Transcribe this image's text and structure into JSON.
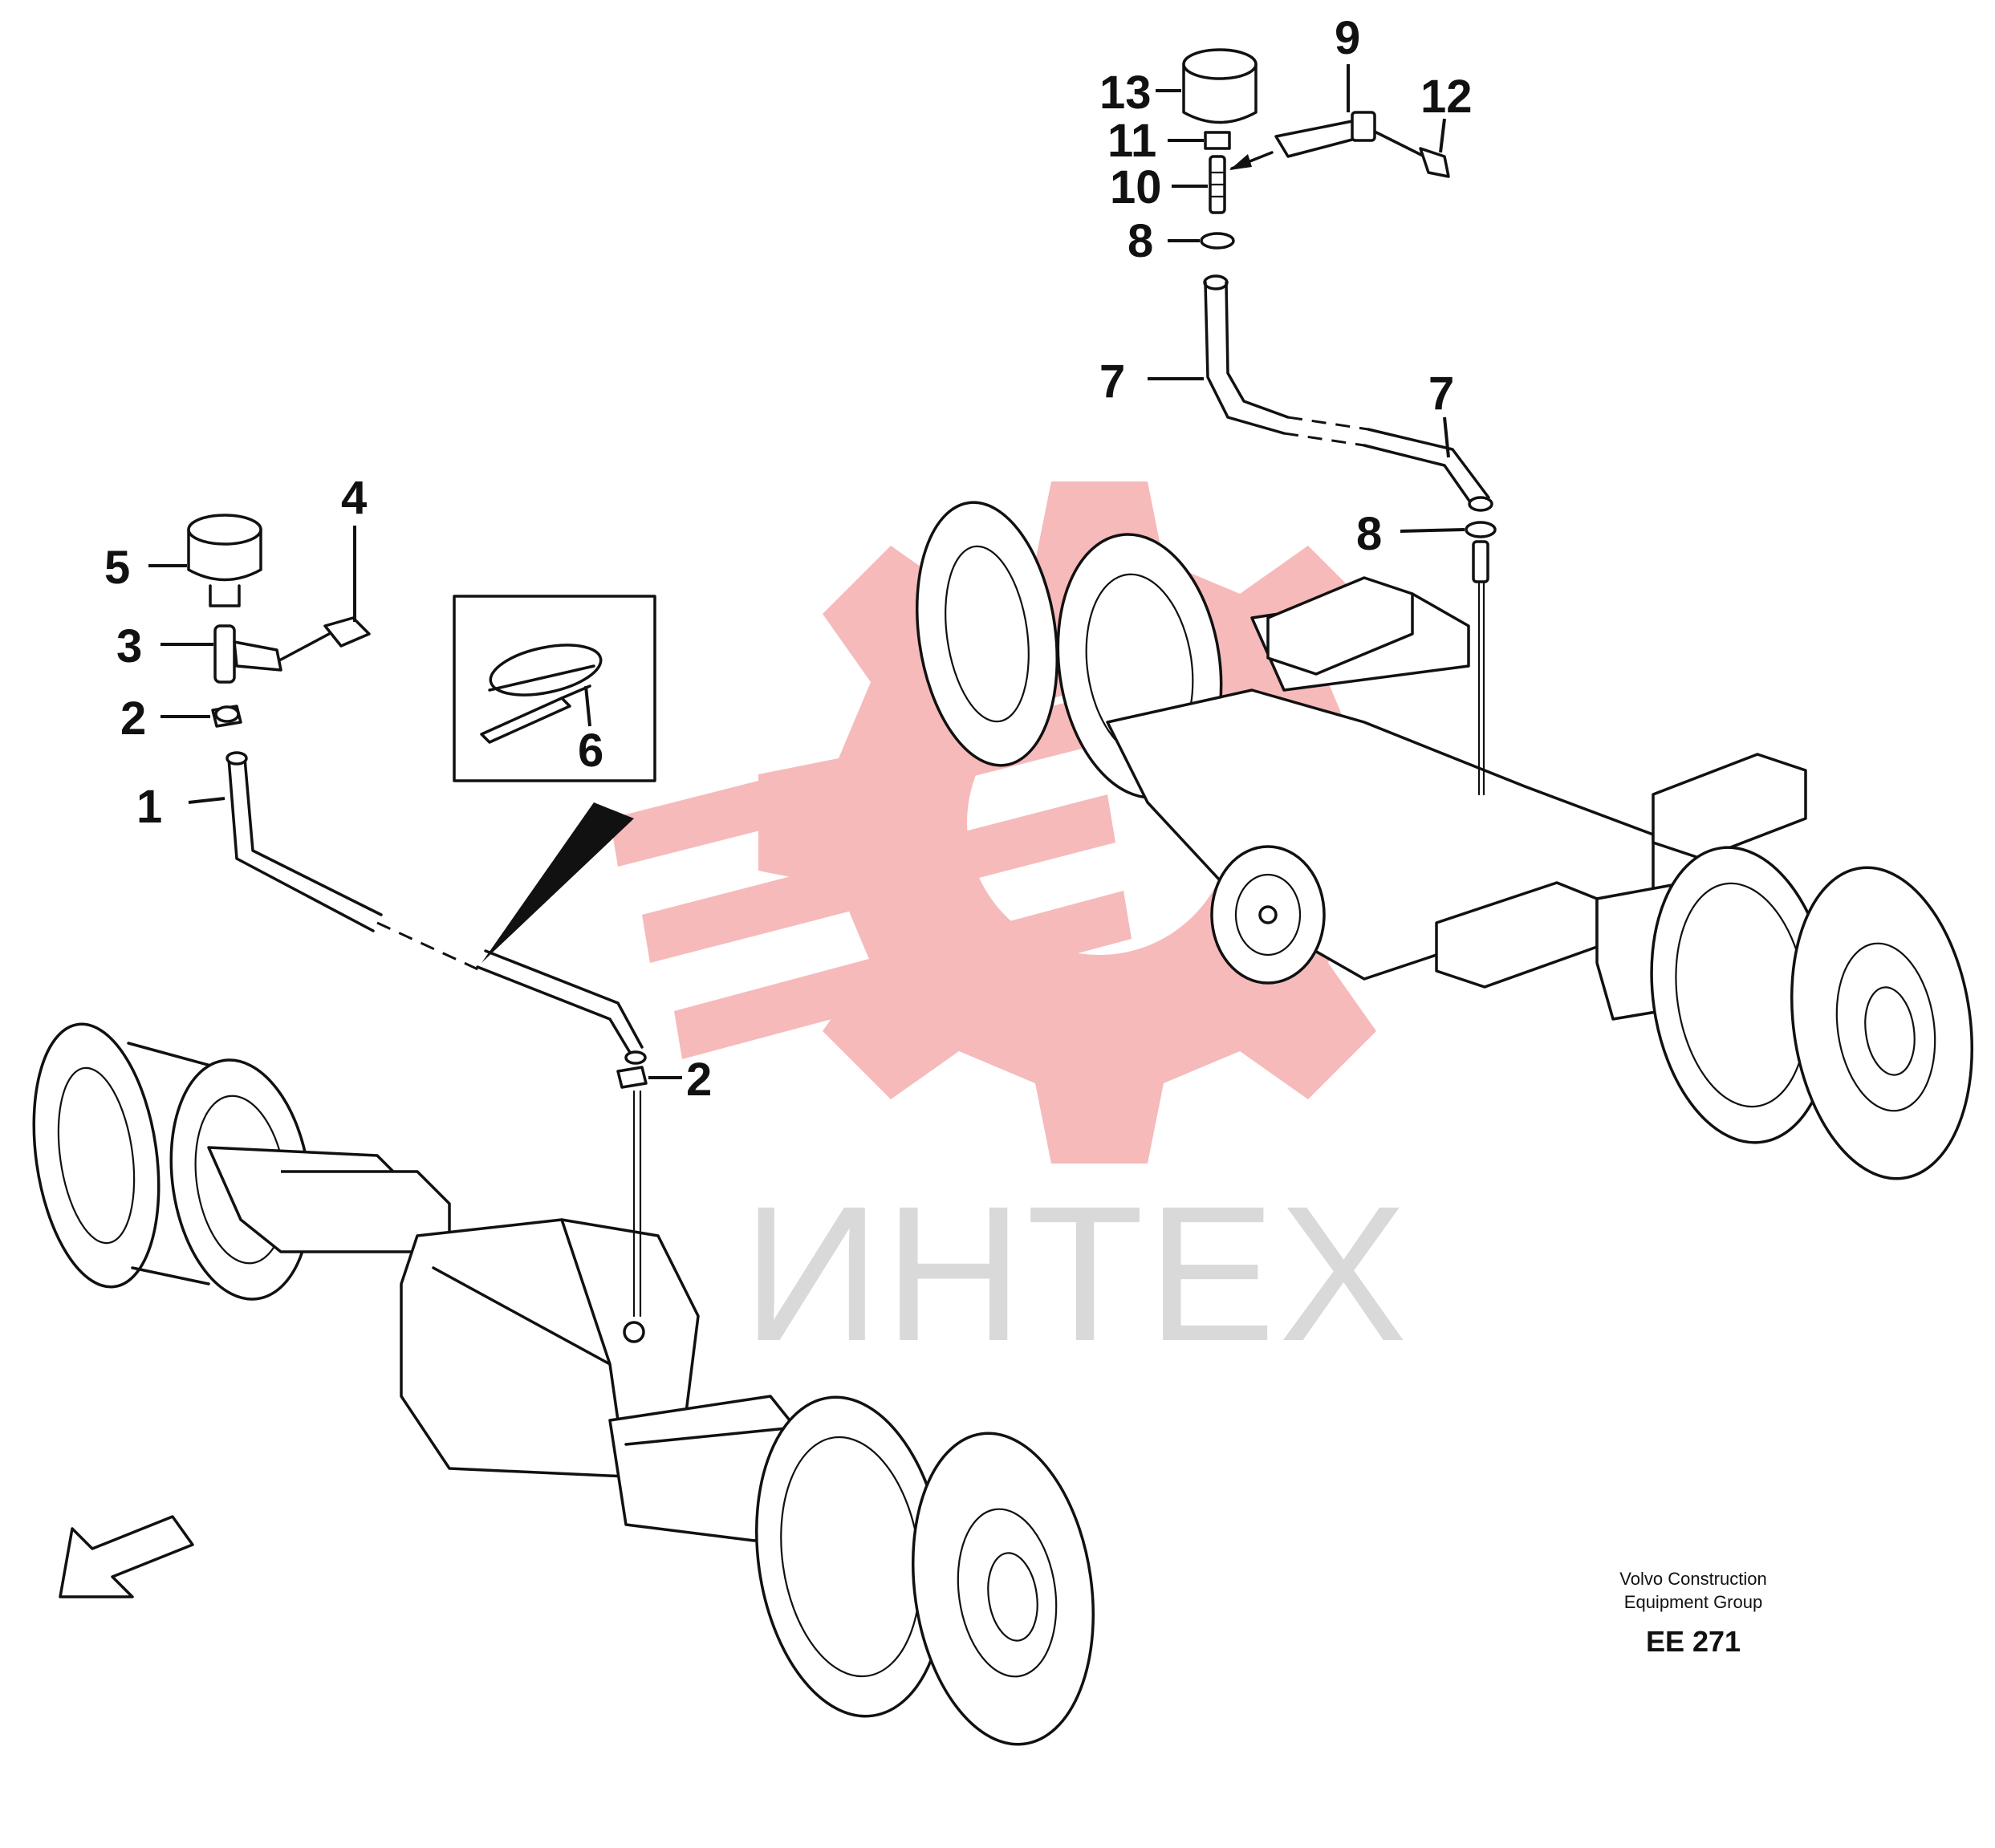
{
  "watermark": {
    "text": "ИНТЕХ",
    "gear_color": "#f4a9a9",
    "text_color": "#d9d9d9"
  },
  "callouts": [
    {
      "id": "c1",
      "label": "1"
    },
    {
      "id": "c2a",
      "label": "2"
    },
    {
      "id": "c2b",
      "label": "2"
    },
    {
      "id": "c3",
      "label": "3"
    },
    {
      "id": "c4",
      "label": "4"
    },
    {
      "id": "c5",
      "label": "5"
    },
    {
      "id": "c6",
      "label": "6"
    },
    {
      "id": "c7a",
      "label": "7"
    },
    {
      "id": "c7b",
      "label": "7"
    },
    {
      "id": "c8a",
      "label": "8"
    },
    {
      "id": "c8b",
      "label": "8"
    },
    {
      "id": "c9",
      "label": "9"
    },
    {
      "id": "c10",
      "label": "10"
    },
    {
      "id": "c11",
      "label": "11"
    },
    {
      "id": "c12",
      "label": "12"
    },
    {
      "id": "c13",
      "label": "13"
    }
  ],
  "caption": {
    "line1": "Volvo Construction",
    "line2": "Equipment Group",
    "code": "EE 271"
  },
  "icons": {
    "direction_arrow": "forward-direction-arrow-icon"
  }
}
